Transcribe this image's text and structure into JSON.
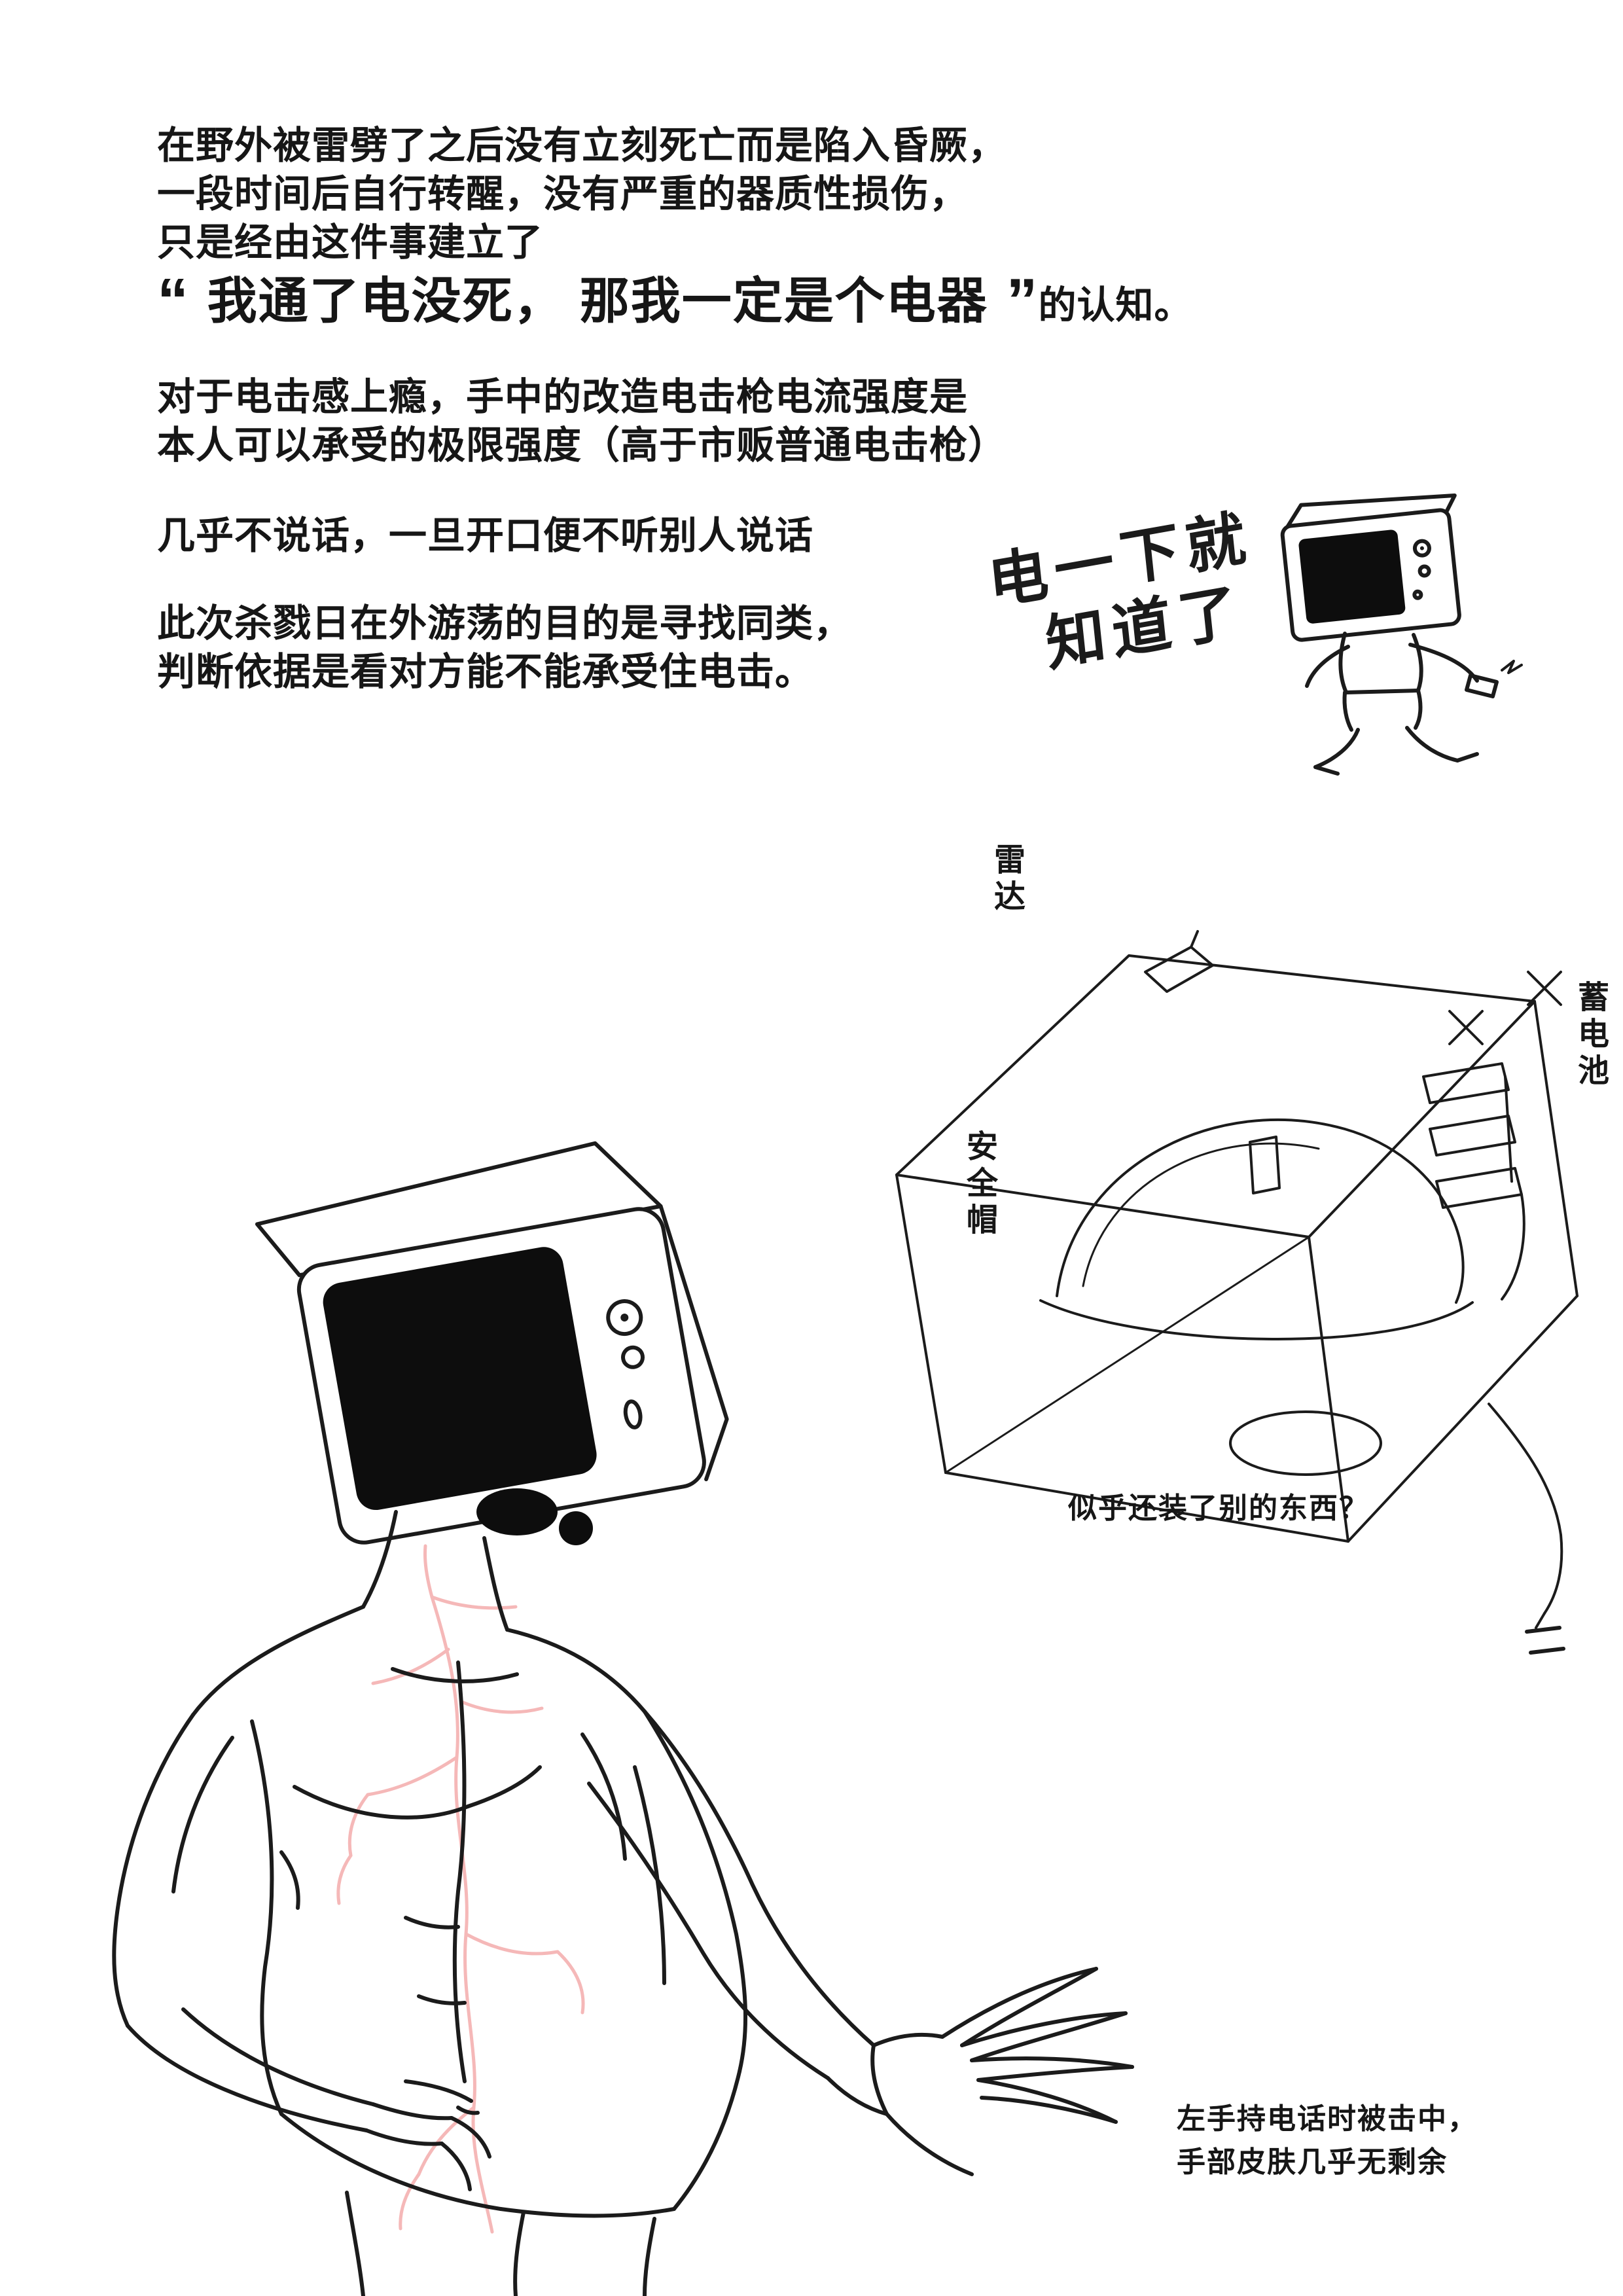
{
  "page": {
    "background": "#ffffff"
  },
  "colors": {
    "ink": "#1b1b1b",
    "scar": "#f5b8b8",
    "screen": "#0d0d0d"
  },
  "bio": {
    "para1": [
      "在野外被雷劈了之后没有立刻死亡而是陷入昏厥，",
      "一段时间后自行转醒，没有严重的器质性损伤，",
      "只是经由这件事建立了"
    ],
    "quote": {
      "open": "“ ",
      "text": "我通了电没死， 那我一定是个电器",
      "close": " ”",
      "suffix": "的认知。"
    },
    "para2": [
      "对于电击感上瘾，手中的改造电击枪电流强度是",
      "本人可以承受的极限强度（高于市贩普通电击枪）"
    ],
    "para3": "几乎不说话，一旦开口便不听别人说话",
    "para4": [
      "此次杀戮日在外游荡的目的是寻找同类，",
      "判断依据是看对方能不能承受住电击。"
    ]
  },
  "handwritten": {
    "line1": "电一下就",
    "line2": "知道了"
  },
  "diagram_labels": {
    "radar": "雷达",
    "battery": "蓄电池",
    "helmet": "安全帽",
    "extra_note": "似乎还装了别的东西？"
  },
  "captions": {
    "hand_note": [
      "左手持电话时被击中，",
      "手部皮肤几乎无剩余"
    ]
  }
}
